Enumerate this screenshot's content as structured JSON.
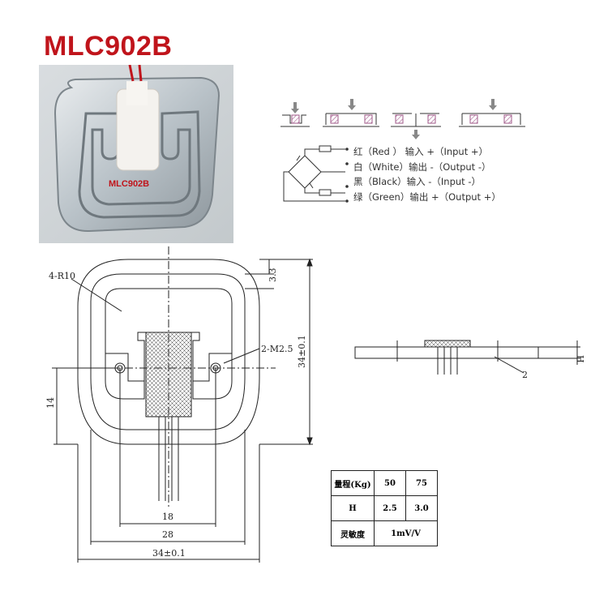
{
  "title": "MLC902B",
  "photo": {
    "label": "MLC902B"
  },
  "wiring": [
    {
      "color_cn": "红",
      "color_en": "Red",
      "io_cn": "输入",
      "sign": "+",
      "io_en": "Input",
      "io_sign": "+"
    },
    {
      "color_cn": "白",
      "color_en": "White",
      "io_cn": "输出",
      "sign": "-",
      "io_en": "Output",
      "io_sign": "-"
    },
    {
      "color_cn": "黑",
      "color_en": "Black",
      "io_cn": "输入",
      "sign": "-",
      "io_en": "Input",
      "io_sign": "-"
    },
    {
      "color_cn": "绿",
      "color_en": "Green",
      "io_cn": "输出",
      "sign": "+",
      "io_en": "Output",
      "io_sign": "+"
    }
  ],
  "wiring_text": [
    "红（Red ） 输入 +（Input +）",
    "白（White）输出 -（Output -）",
    "黑（Black）输入 -（Input -）",
    "绿（Green）输出 +（Output +）"
  ],
  "dimensions": {
    "radius": "4-R10",
    "hole": "2-M2.5",
    "top_offset": "3.3",
    "height": "34±0.1",
    "left_side": "14",
    "inner_width": "18",
    "middle_width": "28",
    "outer_width": "34±0.1",
    "side_h": "H",
    "side_thickness": "2"
  },
  "spec_table": {
    "rows": [
      [
        "量程(Kg)",
        "50",
        "75"
      ],
      [
        "H",
        "2.5",
        "3.0"
      ],
      [
        "灵敏度",
        "1mV/V"
      ]
    ]
  },
  "colors": {
    "title": "#c0141b",
    "strain_gauge": "#a05a8a",
    "arrow": "#888888"
  }
}
